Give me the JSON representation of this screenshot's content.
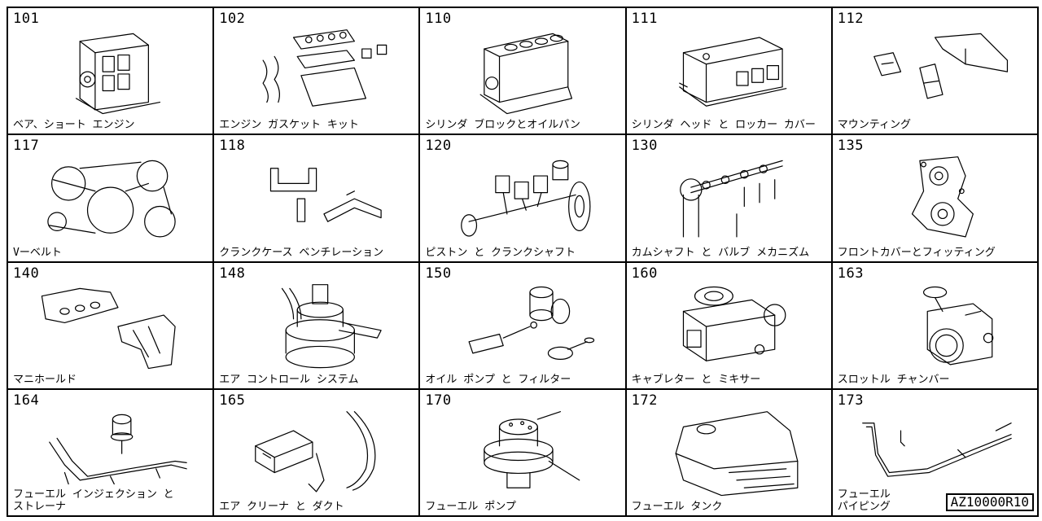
{
  "figure_code": "AZ10000R10",
  "cells": [
    {
      "num": "101",
      "label": "ベア、ショート エンジン",
      "icon": "short-engine-icon"
    },
    {
      "num": "102",
      "label": "エンジン ガスケット キット",
      "icon": "gasket-kit-icon"
    },
    {
      "num": "110",
      "label": "シリンダ ブロックとオイルパン",
      "icon": "cylinder-block-icon"
    },
    {
      "num": "111",
      "label": "シリンダ ヘッド と ロッカー カバー",
      "icon": "cylinder-head-icon"
    },
    {
      "num": "112",
      "label": "マウンティング",
      "icon": "mounting-icon"
    },
    {
      "num": "117",
      "label": "Vーベルト",
      "icon": "v-belt-icon"
    },
    {
      "num": "118",
      "label": "クランクケース ベンチレーション",
      "icon": "crankcase-ventilation-icon"
    },
    {
      "num": "120",
      "label": "ピストン と クランクシャフト",
      "icon": "piston-crankshaft-icon"
    },
    {
      "num": "130",
      "label": "カムシャフト と バルブ メカニズム",
      "icon": "camshaft-valve-icon"
    },
    {
      "num": "135",
      "label": "フロントカバーとフィッティング",
      "icon": "front-cover-icon"
    },
    {
      "num": "140",
      "label": "マニホールド",
      "icon": "manifold-icon"
    },
    {
      "num": "148",
      "label": "エア コントロール システム",
      "icon": "air-control-icon"
    },
    {
      "num": "150",
      "label": "オイル ポンプ と フィルター",
      "icon": "oil-pump-filter-icon"
    },
    {
      "num": "160",
      "label": "キャブレター と ミキサー",
      "icon": "carburetor-icon"
    },
    {
      "num": "163",
      "label": "スロットル チャンバー",
      "icon": "throttle-chamber-icon"
    },
    {
      "num": "164",
      "label": "フューエル インジェクション と\n ストレーナ",
      "icon": "fuel-injection-icon"
    },
    {
      "num": "165",
      "label": "エア クリーナ と ダクト",
      "icon": "air-cleaner-icon"
    },
    {
      "num": "170",
      "label": "フューエル ポンプ",
      "icon": "fuel-pump-icon"
    },
    {
      "num": "172",
      "label": "フューエル タンク",
      "icon": "fuel-tank-icon"
    },
    {
      "num": "173",
      "label": "フューエル\nパイピング",
      "icon": "fuel-piping-icon"
    }
  ]
}
